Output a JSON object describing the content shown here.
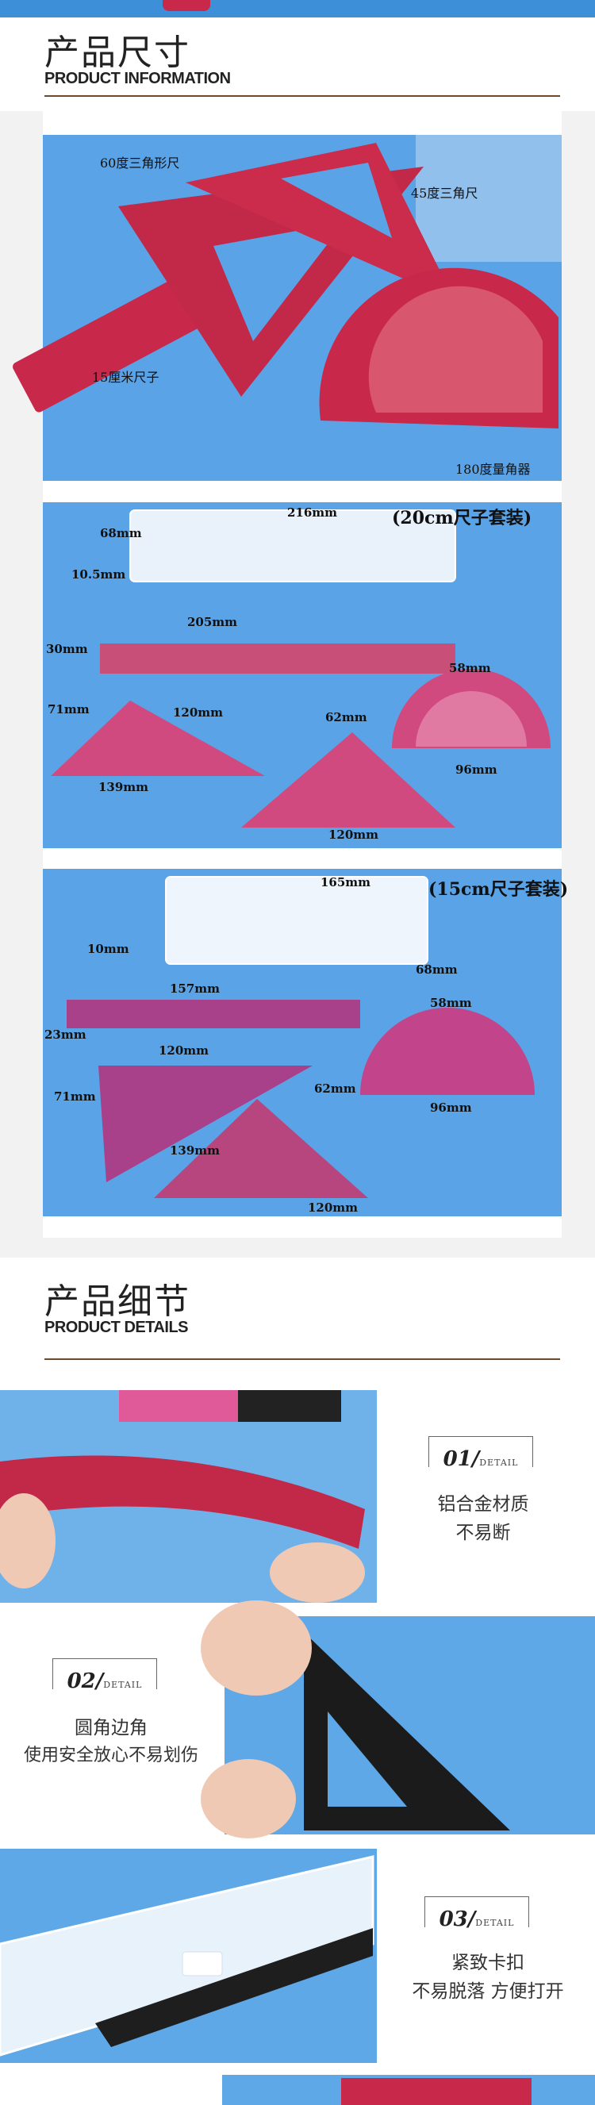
{
  "section1": {
    "title": "产品尺寸",
    "subtitle": "PRODUCT INFORMATION"
  },
  "photo1": {
    "labels": {
      "tri60": "60度三角形尺",
      "tri45": "45度三角尺",
      "ruler15": "15厘米尺子",
      "protractor": "180度量角器"
    }
  },
  "set20": {
    "tag": "(20cm尺子套装)",
    "dims": {
      "case_length": "216mm",
      "case_width": "68mm",
      "case_height": "10.5mm",
      "ruler_length": "205mm",
      "ruler_width": "30mm",
      "tri60_height": "71mm",
      "tri60_hyp": "120mm",
      "tri60_base": "139mm",
      "tri45_height": "62mm",
      "tri45_base": "120mm",
      "prot_height": "58mm",
      "prot_width": "96mm"
    }
  },
  "set15": {
    "tag": "(15cm尺子套装)",
    "dims": {
      "case_length": "165mm",
      "case_height": "10mm",
      "case_width": "68mm",
      "ruler_length": "157mm",
      "ruler_width": "23mm",
      "tri60_top": "120mm",
      "tri60_height": "71mm",
      "tri60_base": "139mm",
      "tri45_height": "62mm",
      "tri45_base": "120mm",
      "prot_height": "58mm",
      "prot_width": "96mm"
    }
  },
  "section2": {
    "title": "产品细节",
    "subtitle": "PRODUCT DETAILS"
  },
  "details": [
    {
      "num": "01/",
      "det": "DETAIL",
      "line1": "铝合金材质",
      "line2": "不易断"
    },
    {
      "num": "02/",
      "det": "DETAIL",
      "line1": "圆角边角",
      "line2": "使用安全放心不易划伤"
    },
    {
      "num": "03/",
      "det": "DETAIL",
      "line1": "紧致卡扣",
      "line2": "不易脱落 方便打开"
    }
  ],
  "colors": {
    "red": "#c8284a",
    "pink": "#d64a7c",
    "purple": "#a83a86",
    "blue_bg": "#5aa3e6",
    "rule": "#6b4a2e"
  }
}
